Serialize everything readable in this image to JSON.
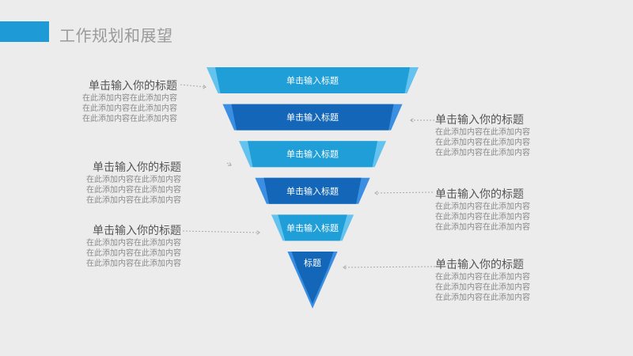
{
  "header": {
    "title": "工作规划和展望",
    "accent_color": "#1e9ad6"
  },
  "funnel": {
    "layers": [
      {
        "label": "单击输入标题",
        "face": "#1f9ed8",
        "side": "#63c3ee"
      },
      {
        "label": "单击输入标题",
        "face": "#1467b8",
        "side": "#3a8fe2"
      },
      {
        "label": "单击输入标题",
        "face": "#1f9ed8",
        "side": "#63c3ee"
      },
      {
        "label": "单击输入标题",
        "face": "#1467b8",
        "side": "#3a8fe2"
      },
      {
        "label": "单击输入标题",
        "face": "#1f9ed8",
        "side": "#63c3ee"
      },
      {
        "label": "标题",
        "face": "#1467b8",
        "side": "#3a8fe2"
      }
    ]
  },
  "blocks": [
    {
      "title": "单击输入你的标题",
      "lines": [
        "在此添加内容在此添加内容",
        "在此添加内容在此添加内容",
        "在此添加内容在此添加内容"
      ]
    },
    {
      "title": "单击输入你的标题",
      "lines": [
        "在此添加内容在此添加内容",
        "在此添加内容在此添加内容",
        "在此添加内容在此添加内容"
      ]
    },
    {
      "title": "单击输入你的标题",
      "lines": [
        "在此添加内容在此添加内容",
        "在此添加内容在此添加内容",
        "在此添加内容在此添加内容"
      ]
    },
    {
      "title": "单击输入你的标题",
      "lines": [
        "在此添加内容在此添加内容",
        "在此添加内容在此添加内容",
        "在此添加内容在此添加内容"
      ]
    },
    {
      "title": "单击输入你的标题",
      "lines": [
        "在此添加内容在此添加内容",
        "在此添加内容在此添加内容",
        "在此添加内容在此添加内容"
      ]
    },
    {
      "title": "单击输入你的标题",
      "lines": [
        "在此添加内容在此添加内容",
        "在此添加内容在此添加内容",
        "在此添加内容在此添加内容"
      ]
    }
  ]
}
